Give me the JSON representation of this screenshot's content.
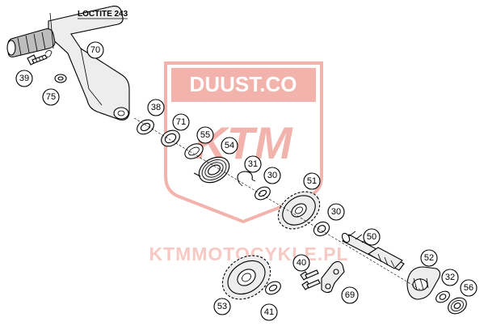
{
  "note": {
    "text": "LOCTITE 243"
  },
  "watermark": {
    "logo_text": "DUUST.CO",
    "brand": "KTM",
    "site": "KTMMOTOCYKLE.PL",
    "color": "#f3b3ad"
  },
  "callouts": {
    "c70": "70",
    "c39": "39",
    "c75": "75",
    "c38": "38",
    "c71": "71",
    "c55": "55",
    "c54": "54",
    "c31": "31",
    "c30a": "30",
    "c51": "51",
    "c30b": "30",
    "c50": "50",
    "c40": "40",
    "c52": "52",
    "c53": "53",
    "c69": "69",
    "c32": "32",
    "c56": "56",
    "c41": "41"
  }
}
